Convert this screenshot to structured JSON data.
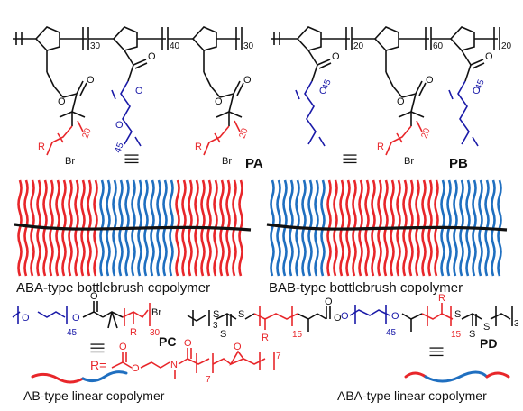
{
  "colors": {
    "black": "#111111",
    "red": "#e8262a",
    "blue": "#1f6fc0",
    "navy": "#1a1aa8",
    "background": "#ffffff"
  },
  "structures": {
    "PA": {
      "label": "PA",
      "subscripts": [
        "30",
        "40",
        "30"
      ],
      "side_red_n": "20",
      "side_blue_n": "45",
      "atoms": {
        "R": "R",
        "Br": "Br",
        "O": "O"
      }
    },
    "PB": {
      "label": "PB",
      "subscripts": [
        "20",
        "60",
        "20"
      ],
      "side_blue_n": "45",
      "side_red_n": "20",
      "atoms": {
        "R": "R",
        "Br": "Br",
        "O": "O"
      }
    },
    "PC": {
      "label": "PC",
      "peg_n": "45",
      "red_n": "30",
      "atoms": {
        "O": "O",
        "R": "R",
        "Br": "Br"
      }
    },
    "PD": {
      "label": "PD",
      "left_n": "3",
      "left_red_n": "15",
      "peg_n": "45",
      "right_red_n": "15",
      "right_n": "3",
      "atoms": {
        "S": "S",
        "O": "O",
        "R": "R"
      }
    },
    "R_group": {
      "prefix": "R=",
      "n1": "7",
      "n2": "7",
      "atoms": {
        "O": "O",
        "N": "N"
      }
    },
    "equivalence": "|||"
  },
  "captions": {
    "aba_bottlebrush": "ABA-type  bottlebrush  copolymer",
    "bab_bottlebrush": "BAB-type  bottlebrush  copolymer",
    "ab_linear": "AB-type linear copolymer",
    "aba_linear": "ABA-type linear copolymer"
  }
}
